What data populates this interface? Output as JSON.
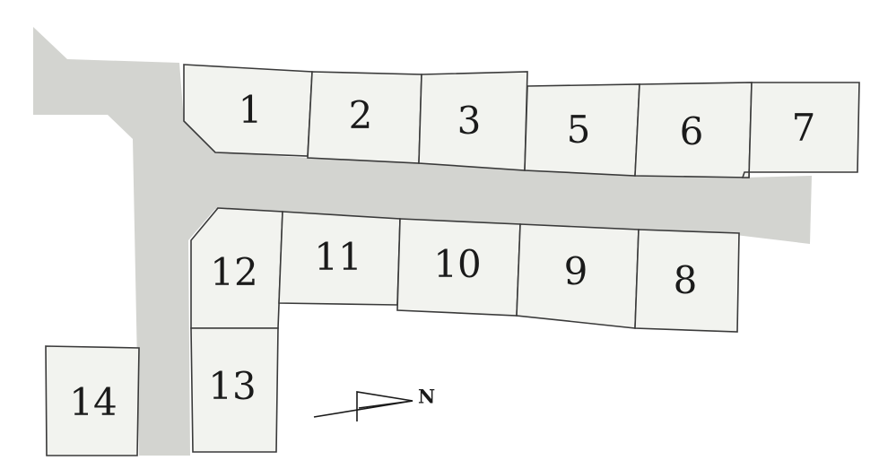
{
  "map": {
    "road_color": "#d3d4d0",
    "lot_fill": "#f2f3ef",
    "lot_stroke": "#3a3a3a",
    "lots": [
      {
        "label": "1"
      },
      {
        "label": "2"
      },
      {
        "label": "3"
      },
      {
        "label": "5"
      },
      {
        "label": "6"
      },
      {
        "label": "7"
      },
      {
        "label": "12"
      },
      {
        "label": "11"
      },
      {
        "label": "10"
      },
      {
        "label": "9"
      },
      {
        "label": "8"
      },
      {
        "label": "13"
      },
      {
        "label": "14"
      }
    ],
    "compass": {
      "label": "N"
    }
  }
}
